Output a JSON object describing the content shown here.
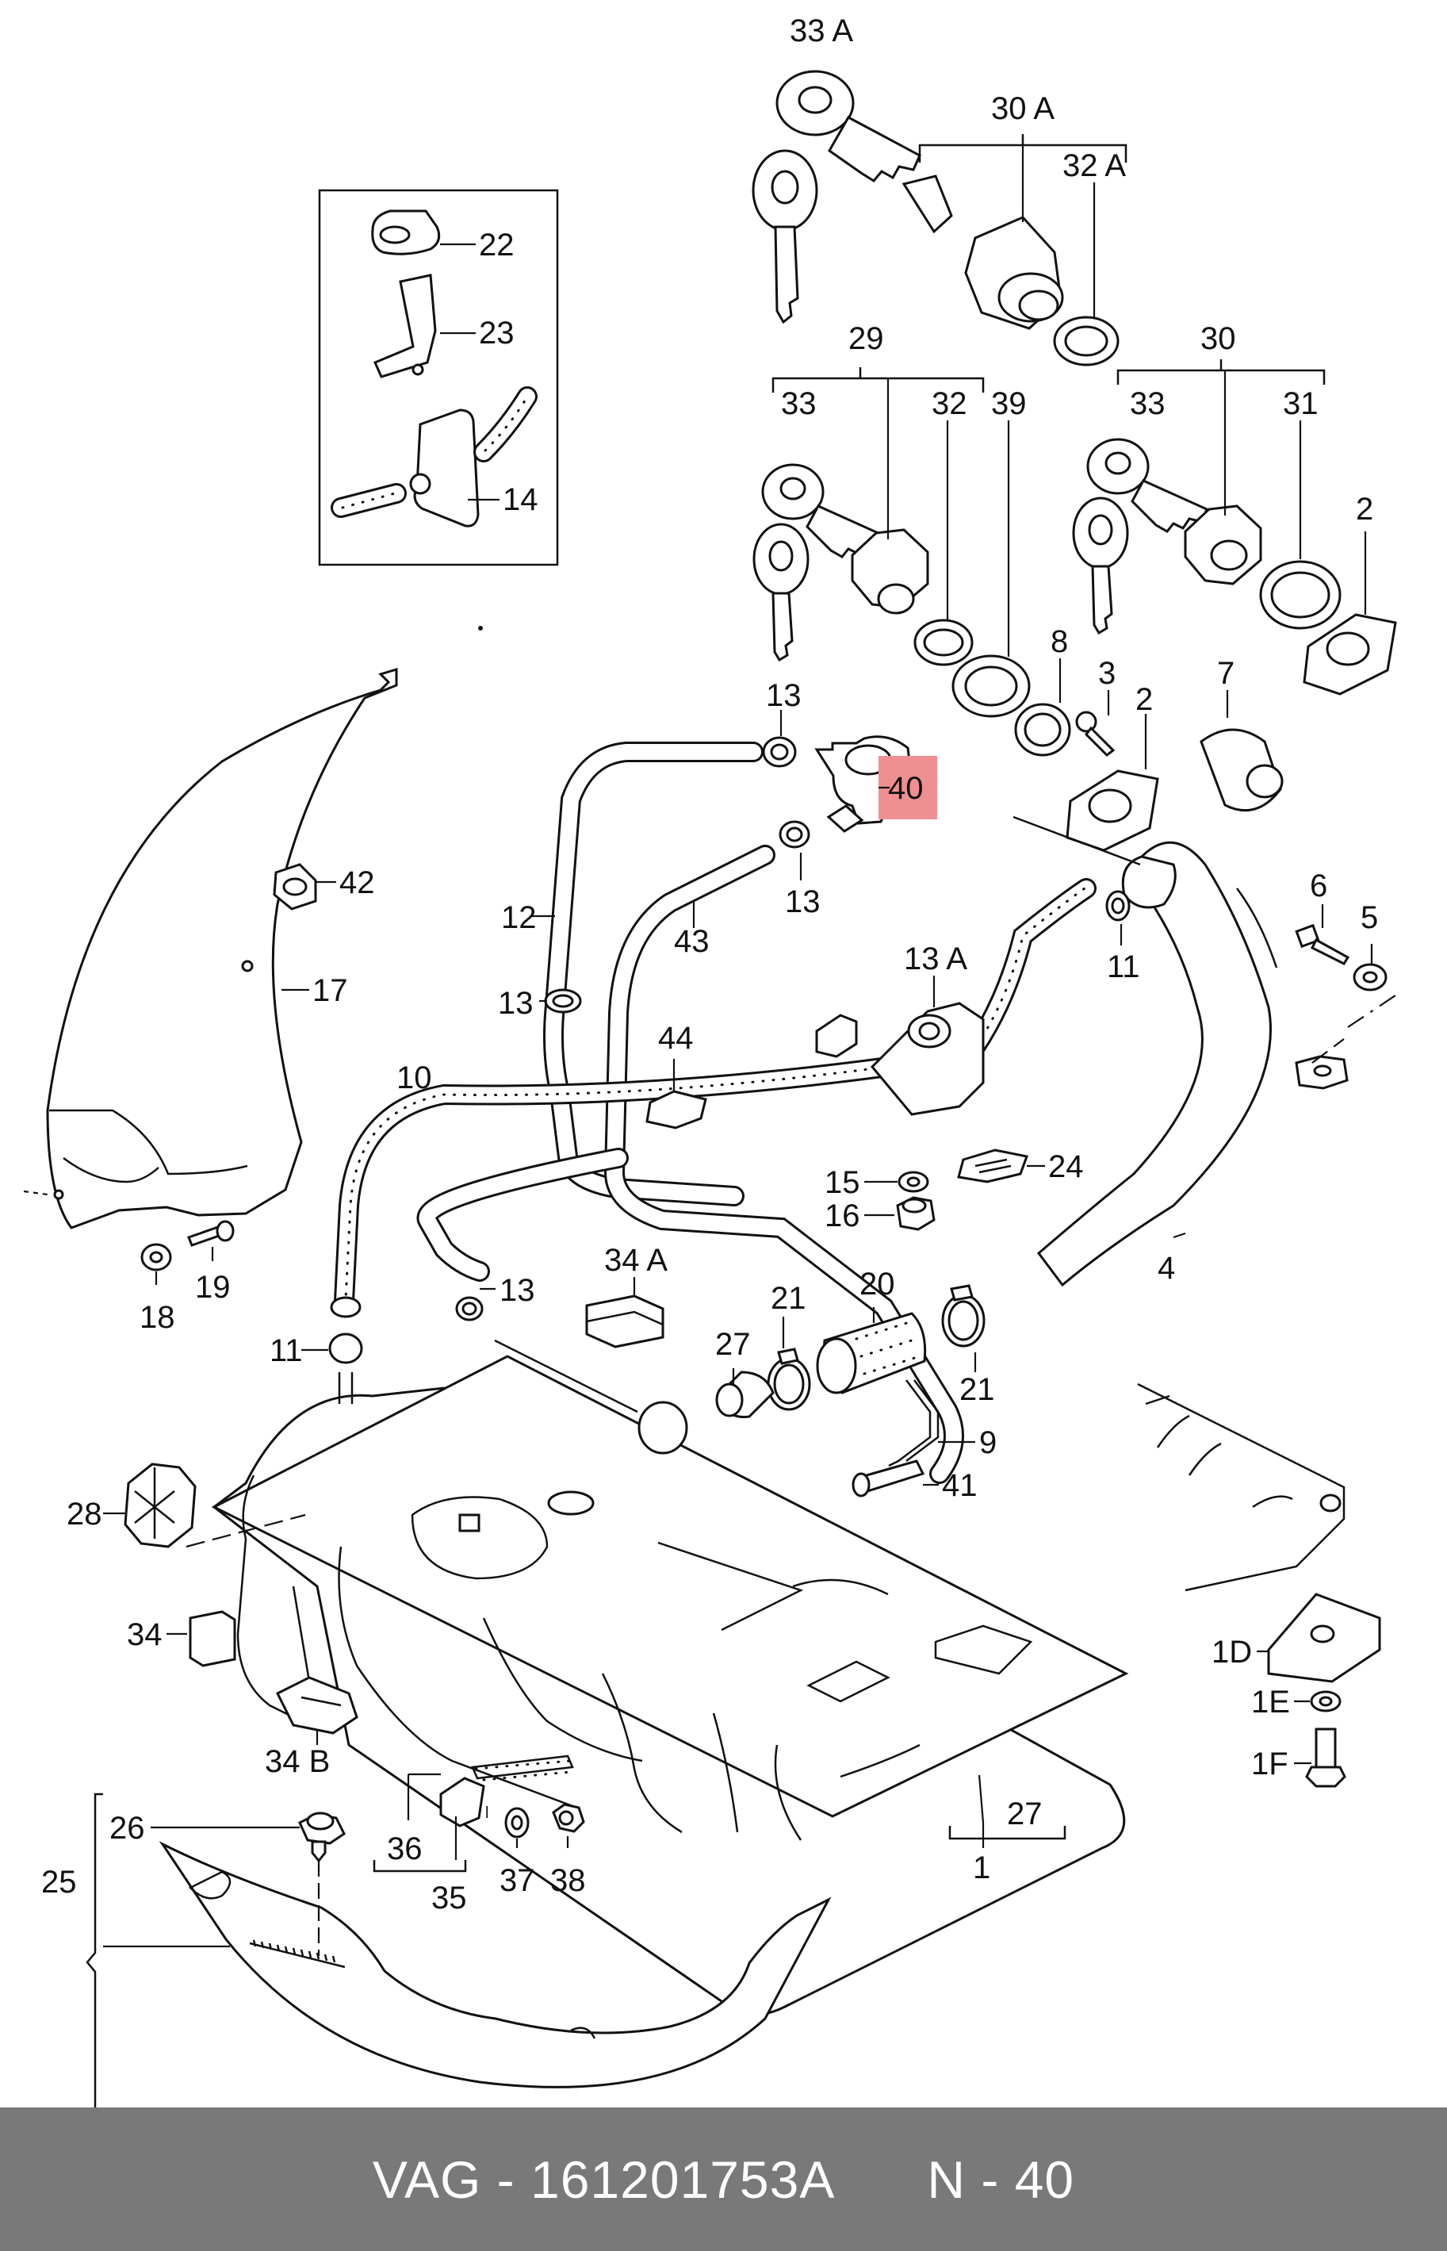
{
  "footer": {
    "part_number": "VAG - 161201753A",
    "position": "N - 40"
  },
  "highlight": {
    "color": "#ee8f91",
    "label": "40"
  },
  "labels": {
    "33A": "33 A",
    "30A": "30 A",
    "32A": "32 A",
    "22": "22",
    "23": "23",
    "14": "14",
    "29": "29",
    "33a": "33",
    "32": "32",
    "39": "39",
    "30": "30",
    "33b": "33",
    "31": "31",
    "2a": "2",
    "13a": "13",
    "40": "40",
    "8": "8",
    "3": "3",
    "2b": "2",
    "7": "7",
    "13b": "13",
    "42": "42",
    "12": "12",
    "43": "43",
    "6": "6",
    "5": "5",
    "11a": "11",
    "17": "17",
    "13c": "13",
    "13A": "13 A",
    "44": "44",
    "10": "10",
    "24": "24",
    "15": "15",
    "16": "16",
    "4": "4",
    "34A": "34 A",
    "13d": "13",
    "20": "20",
    "19": "19",
    "18": "18",
    "11b": "11",
    "21a": "21",
    "27a": "27",
    "21b": "21",
    "9": "9",
    "41": "41",
    "28": "28",
    "1D": "1D",
    "34": "34",
    "1E": "1E",
    "1F": "1F",
    "34B": "34 B",
    "27b": "27",
    "1": "1",
    "25": "25",
    "26": "26",
    "36": "36",
    "35": "35",
    "37": "37",
    "38": "38"
  },
  "icons": {
    "key": "key-icon",
    "lock": "lock-cylinder-icon",
    "tank": "fuel-tank-icon",
    "valve": "vent-valve-icon"
  }
}
